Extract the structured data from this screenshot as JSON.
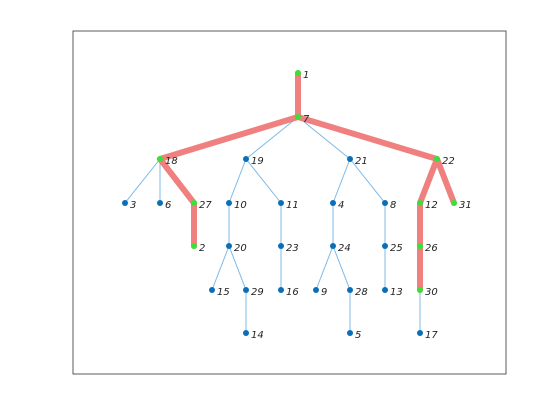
{
  "graph": {
    "nodes": [
      "1",
      "7",
      "18",
      "19",
      "21",
      "22",
      "3",
      "6",
      "27",
      "10",
      "11",
      "4",
      "8",
      "12",
      "31",
      "2",
      "20",
      "23",
      "24",
      "25",
      "26",
      "15",
      "29",
      "16",
      "9",
      "28",
      "13",
      "30",
      "14",
      "5",
      "17"
    ],
    "edges": [
      [
        "1",
        "7"
      ],
      [
        "7",
        "18"
      ],
      [
        "7",
        "19"
      ],
      [
        "7",
        "21"
      ],
      [
        "7",
        "22"
      ],
      [
        "18",
        "3"
      ],
      [
        "18",
        "6"
      ],
      [
        "18",
        "27"
      ],
      [
        "27",
        "2"
      ],
      [
        "19",
        "10"
      ],
      [
        "19",
        "11"
      ],
      [
        "10",
        "20"
      ],
      [
        "20",
        "15"
      ],
      [
        "20",
        "29"
      ],
      [
        "29",
        "14"
      ],
      [
        "11",
        "23"
      ],
      [
        "23",
        "16"
      ],
      [
        "21",
        "4"
      ],
      [
        "21",
        "8"
      ],
      [
        "4",
        "24"
      ],
      [
        "24",
        "9"
      ],
      [
        "24",
        "28"
      ],
      [
        "28",
        "5"
      ],
      [
        "8",
        "25"
      ],
      [
        "25",
        "13"
      ],
      [
        "22",
        "12"
      ],
      [
        "22",
        "31"
      ],
      [
        "12",
        "26"
      ],
      [
        "26",
        "30"
      ],
      [
        "30",
        "17"
      ]
    ],
    "highlighted_nodes": [
      "1",
      "7",
      "18",
      "27",
      "2",
      "22",
      "12",
      "26",
      "30",
      "31"
    ],
    "highlighted_edges": [
      [
        "1",
        "7"
      ],
      [
        "7",
        "18"
      ],
      [
        "18",
        "27"
      ],
      [
        "27",
        "2"
      ],
      [
        "7",
        "22"
      ],
      [
        "22",
        "12"
      ],
      [
        "12",
        "26"
      ],
      [
        "26",
        "30"
      ],
      [
        "22",
        "31"
      ]
    ],
    "colors": {
      "edge": "#7eb8e6",
      "edge_highlight": "#f08080",
      "node": "#0b6fb8",
      "node_highlight": "#38e038",
      "axes_border": "#333333"
    }
  }
}
